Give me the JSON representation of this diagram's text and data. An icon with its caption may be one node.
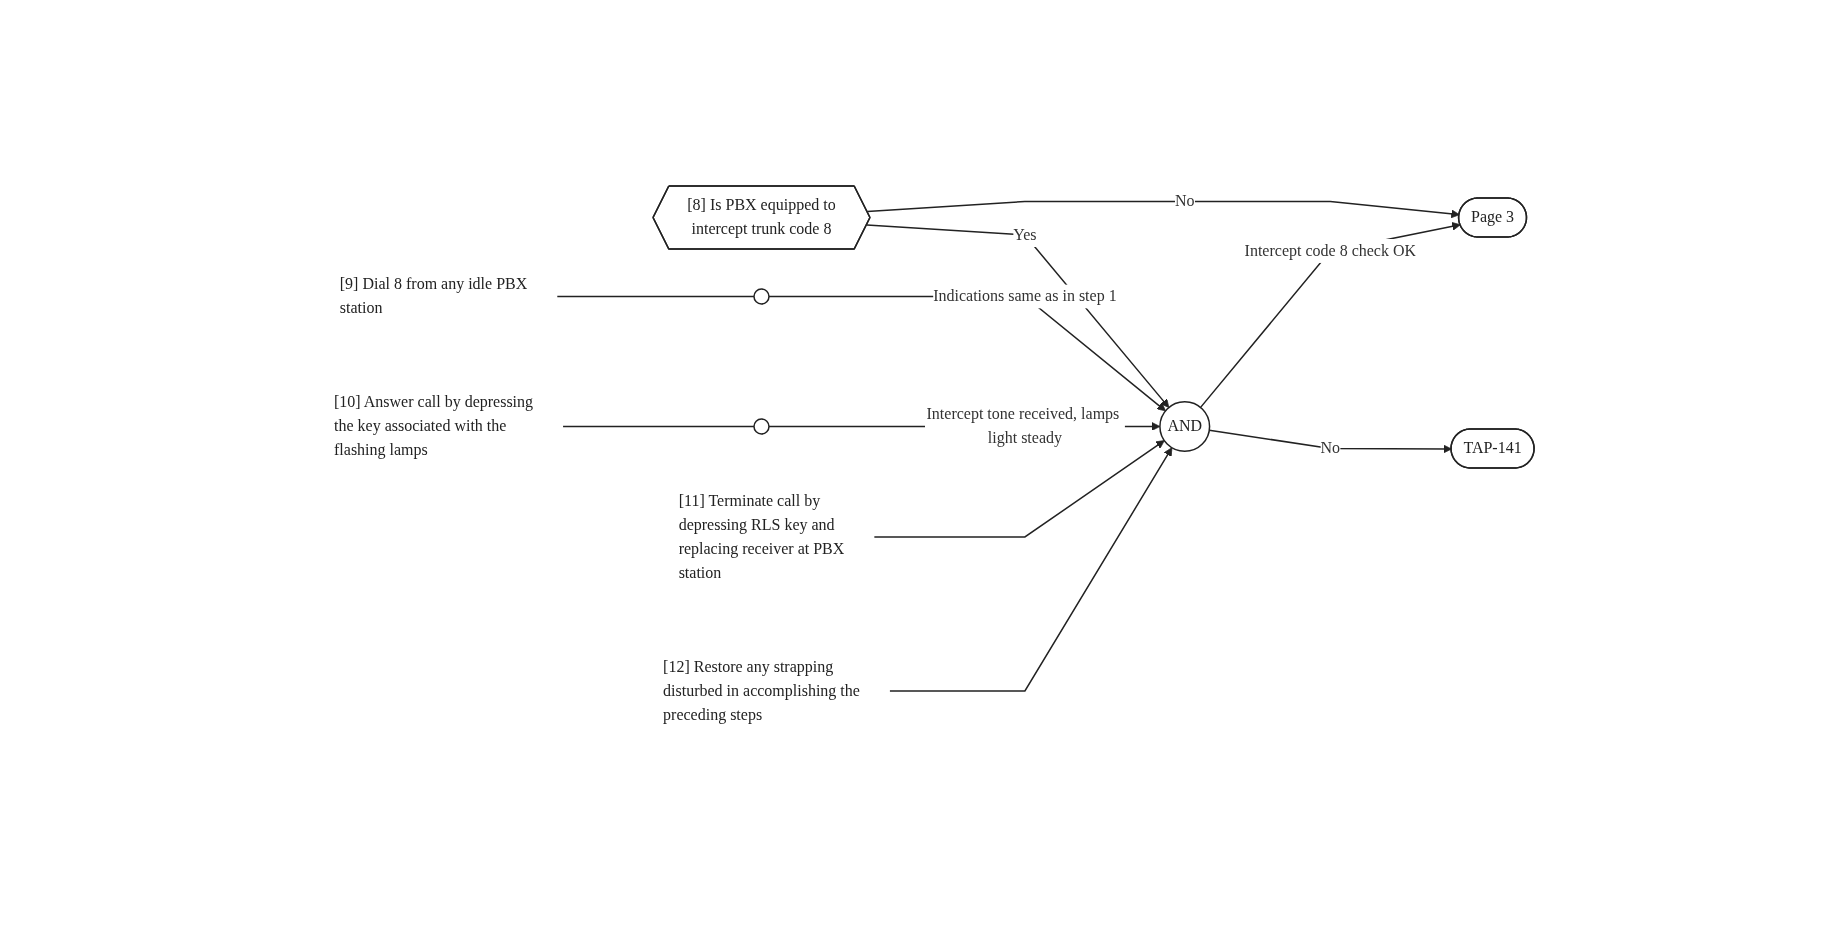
{
  "diagram": {
    "nodes": [
      {
        "text": [
          "[8] Is PBX equipped to intercept trunk code 8"
        ]
      },
      {
        "text": [
          "[9] Dial 8 from any idle PBX station"
        ]
      },
      {
        "text": [],
        "shape": "circle"
      },
      {
        "text": [
          "[10] Answer call by depressing the key associated with the flashing lamps"
        ]
      },
      {
        "text": [],
        "shape": "circle"
      },
      {
        "text": [
          "[11] Terminate call by depressing RLS key and replacing receiver at PBX station"
        ]
      },
      {
        "text": [
          "[12] Restore any strapping disturbed in accomplishing the preceding steps"
        ]
      },
      {
        "text": [
          "AND"
        ]
      },
      {
        "text": [
          "Page 3"
        ]
      },
      {
        "text": [
          "TAP-141"
        ]
      }
    ],
    "edges": [
      {
        "from": 0,
        "to": 8,
        "label": "No",
        "arrow": "to"
      },
      {
        "from": 0,
        "to": 7,
        "label": "Yes",
        "arrow": "to"
      },
      {
        "from": 1,
        "to": 2,
        "arrow": "none"
      },
      {
        "from": 2,
        "to": 7,
        "label": "Indications same as in step 1",
        "arrow": "to"
      },
      {
        "from": 3,
        "to": 4,
        "arrow": "none"
      },
      {
        "from": 4,
        "to": 7,
        "label": "Intercept tone received, lamps light steady",
        "arrow": "to"
      },
      {
        "from": 5,
        "to": 7,
        "arrow": "to"
      },
      {
        "from": 6,
        "to": 7,
        "arrow": "to"
      },
      {
        "from": 7,
        "to": 8,
        "label": "Intercept code 8 check OK",
        "arrow": "to"
      },
      {
        "from": 7,
        "to": 9,
        "label": "No",
        "arrow": "to"
      }
    ]
  }
}
